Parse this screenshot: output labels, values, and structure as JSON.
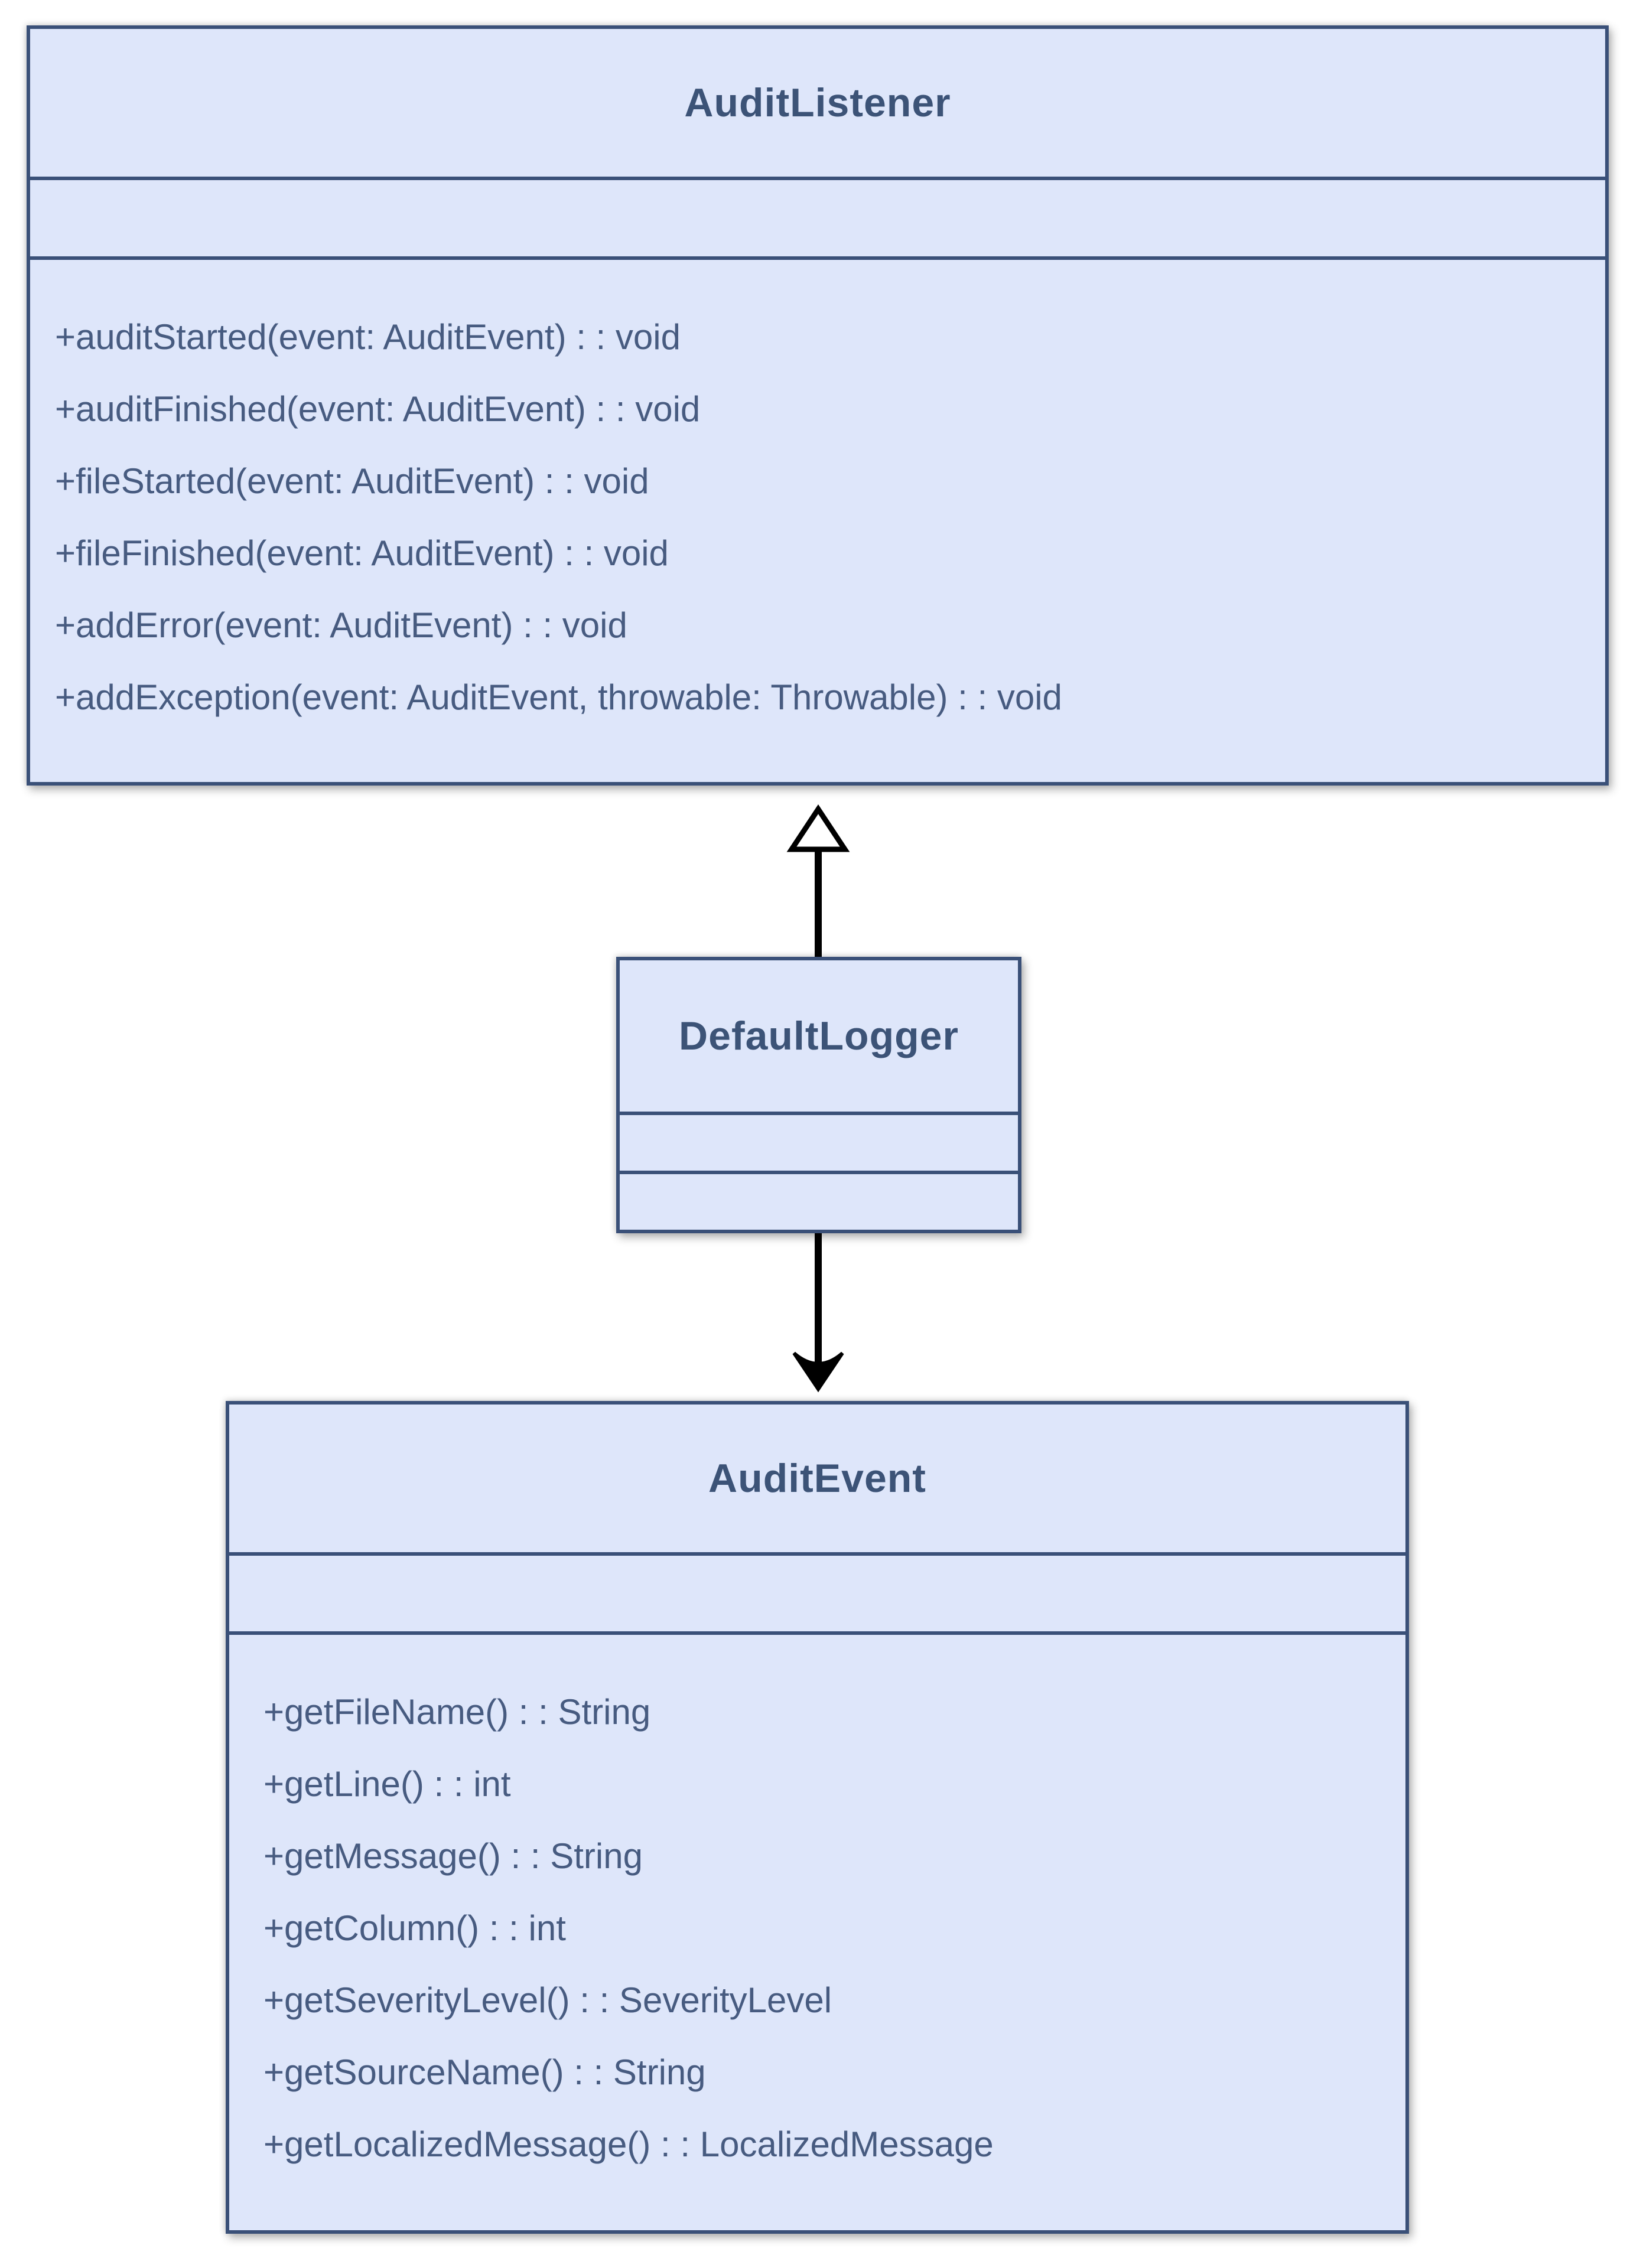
{
  "diagram": {
    "type": "uml-class-diagram",
    "background": "#ffffff",
    "colors": {
      "box_fill": "#dee6fa",
      "box_border": "#3a5078",
      "title_text": "#3c5377",
      "method_text": "#475b80",
      "edge": "#000000"
    },
    "classes": {
      "auditListener": {
        "name": "AuditListener",
        "attributes": [],
        "methods": [
          "+auditStarted(event: AuditEvent) : : void",
          "+auditFinished(event: AuditEvent) : : void",
          "+fileStarted(event: AuditEvent) : : void",
          "+fileFinished(event: AuditEvent) : : void",
          "+addError(event: AuditEvent) : : void",
          "+addException(event: AuditEvent, throwable: Throwable) : : void"
        ]
      },
      "defaultLogger": {
        "name": "DefaultLogger",
        "attributes": [],
        "methods": []
      },
      "auditEvent": {
        "name": "AuditEvent",
        "attributes": [],
        "methods": [
          "+getFileName() : : String",
          "+getLine() : : int",
          "+getMessage() : : String",
          "+getColumn() : : int",
          "+getSeverityLevel() : : SeverityLevel",
          "+getSourceName() : : String",
          "+getLocalizedMessage() : : LocalizedMessage"
        ]
      }
    },
    "relationships": [
      {
        "from": "DefaultLogger",
        "to": "AuditListener",
        "type": "realization",
        "arrowhead": "hollow-triangle-up"
      },
      {
        "from": "DefaultLogger",
        "to": "AuditEvent",
        "type": "directed-association",
        "arrowhead": "filled-stealth-down"
      }
    ]
  }
}
